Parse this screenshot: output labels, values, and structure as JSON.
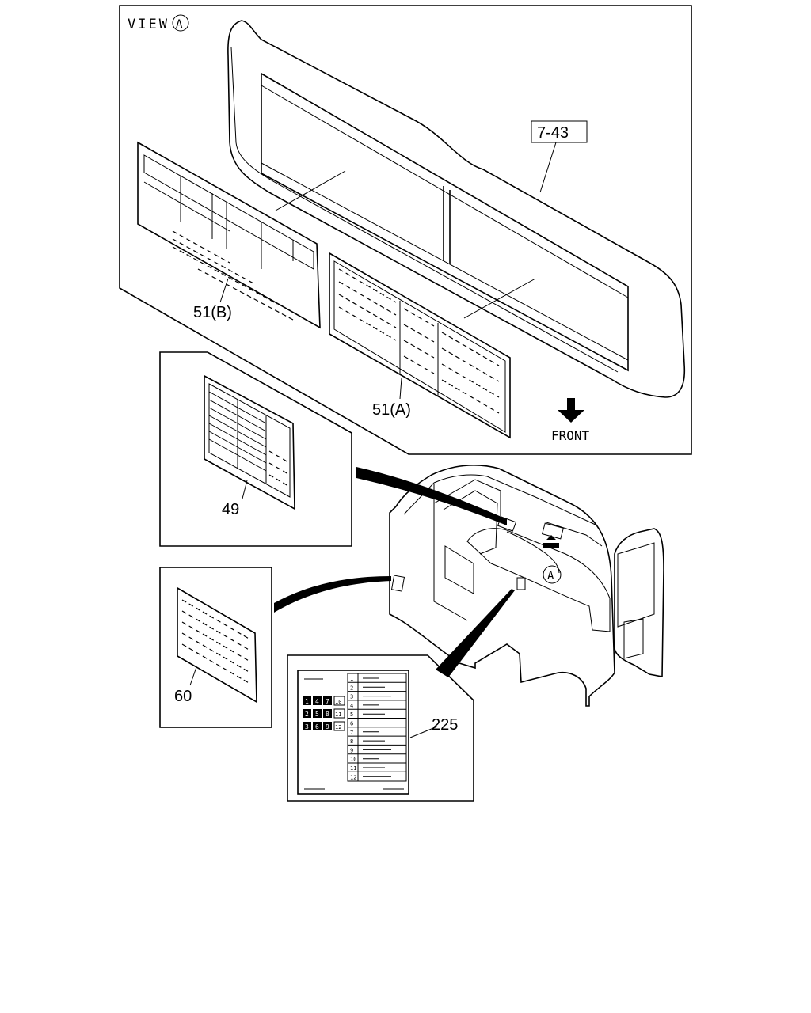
{
  "view_title": "VIEW",
  "view_marker": "A",
  "front_label": "FRONT",
  "callouts": {
    "panel_ref": "7-43",
    "label_b": "51(B)",
    "label_a": "51(A)",
    "label_49": "49",
    "label_60": "60",
    "label_225": "225"
  },
  "cab_marker": "A",
  "fuse_numbers_left": [
    "1",
    "4",
    "7",
    "2",
    "5",
    "8",
    "3",
    "6",
    "9"
  ],
  "fuse_numbers_mid": [
    "10",
    "11",
    "12"
  ],
  "fuse_numbers_right": [
    "1",
    "2",
    "3",
    "4",
    "5",
    "6",
    "7",
    "8",
    "9",
    "10",
    "11",
    "12"
  ]
}
